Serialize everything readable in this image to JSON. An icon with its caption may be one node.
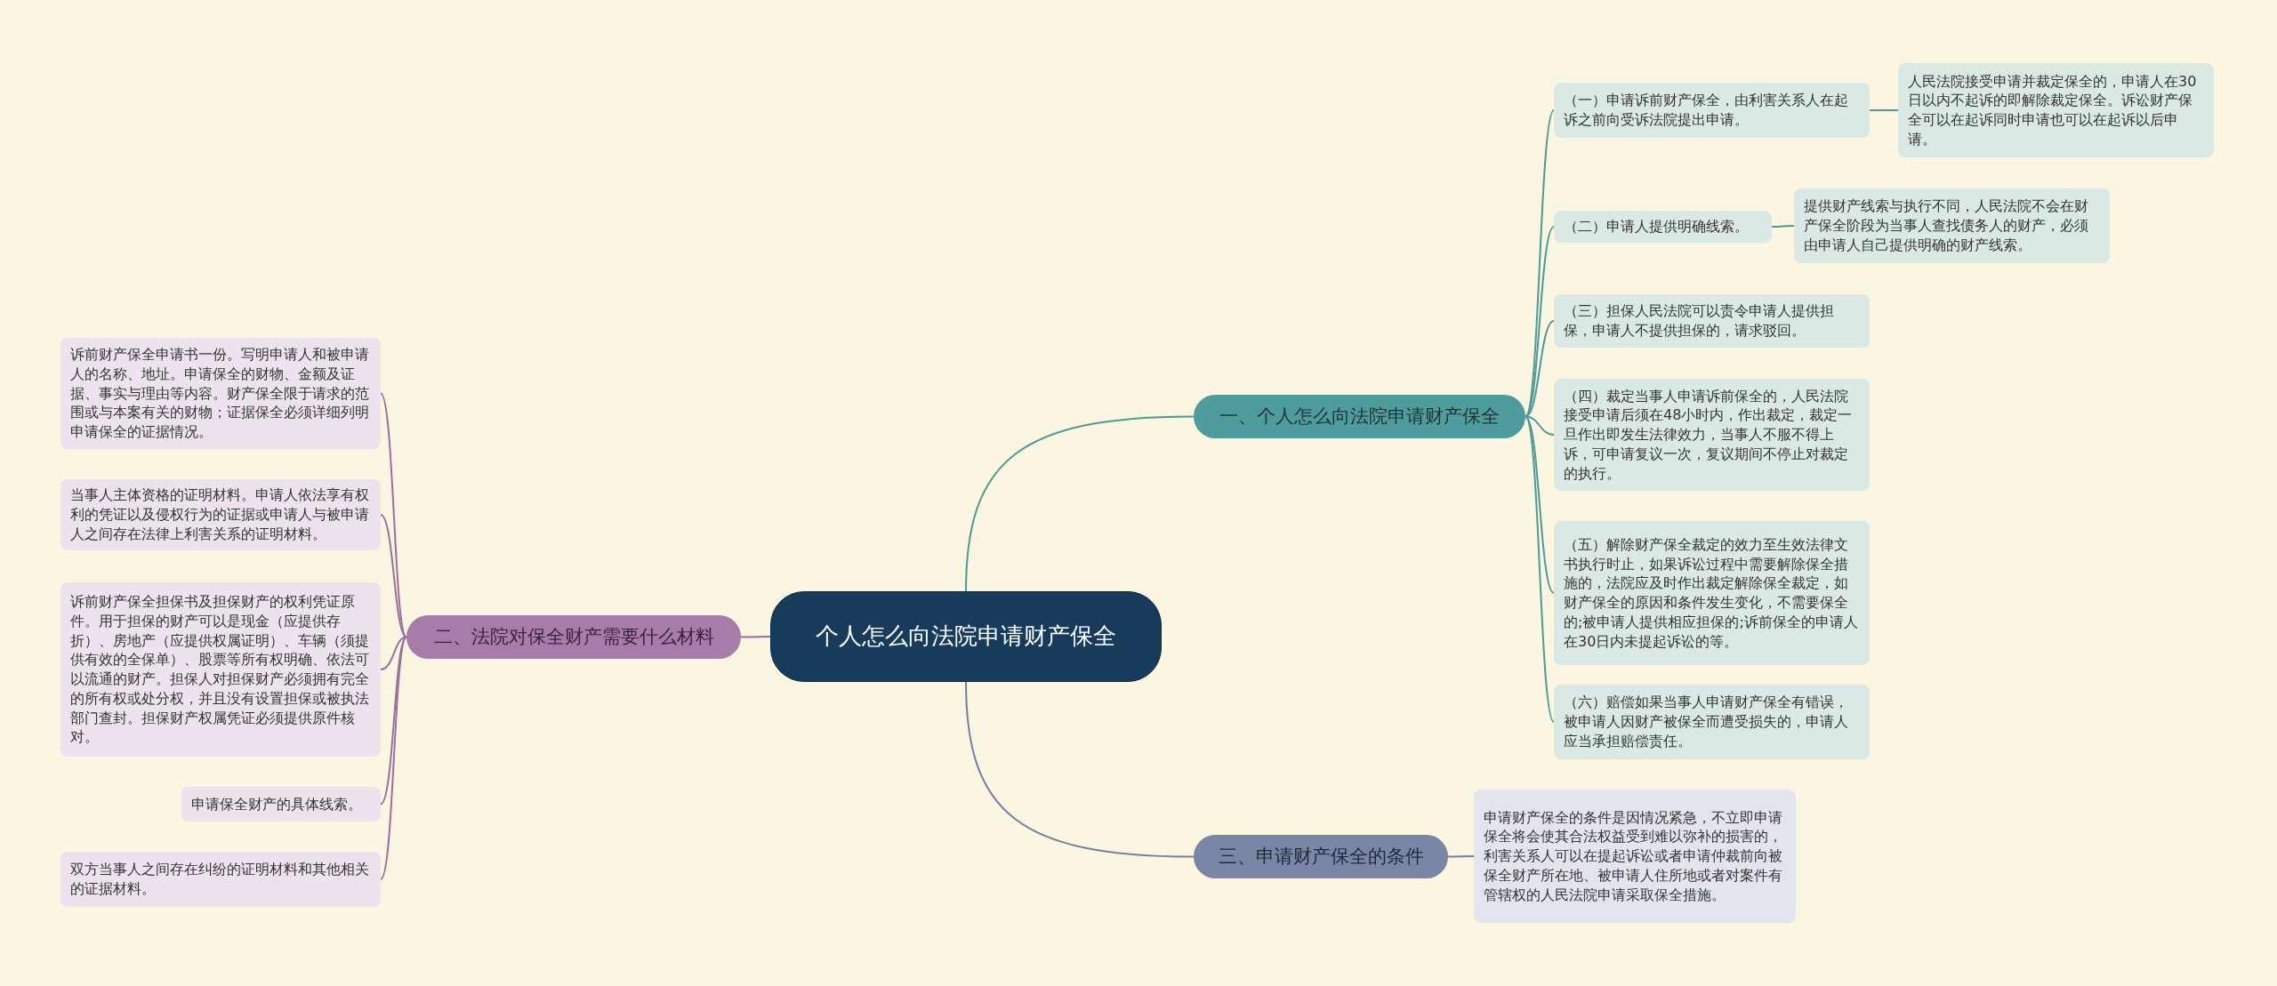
{
  "diagram": {
    "nodes": [
      {
        "text": [
          "个人怎么向法院申请财产保全"
        ]
      },
      {
        "text": [
          "一、个人怎么向法院申请财产保全"
        ]
      },
      {
        "text": [
          "（一）申请诉前财产保全，由利害关系人在起诉之前向受诉法院提出申请。"
        ]
      },
      {
        "text": [
          "人民法院接受申请并裁定保全的，申请人在30日以内不起诉的即解除裁定保全。诉讼财产保全可以在起诉同时申请也可以在起诉以后申请。"
        ]
      },
      {
        "text": [
          "（二）申请人提供明确线索。"
        ]
      },
      {
        "text": [
          "提供财产线索与执行不同，人民法院不会在财产保全阶段为当事人查找债务人的财产，必须由申请人自己提供明确的财产线索。"
        ]
      },
      {
        "text": [
          "（三）担保人民法院可以责令申请人提供担保，申请人不提供担保的，请求驳回。"
        ]
      },
      {
        "text": [
          "（四）裁定当事人申请诉前保全的，人民法院接受申请后须在48小时内，作出裁定，裁定一旦作出即发生法律效力，当事人不服不得上诉，可申请复议一次，复议期间不停止对裁定的执行。"
        ]
      },
      {
        "text": [
          "（五）解除财产保全裁定的效力至生效法律文书执行时止，如果诉讼过程中需要解除保全措施的，法院应及时作出裁定解除保全裁定，如财产保全的原因和条件发生变化，不需要保全的;被申请人提供相应担保的;诉前保全的申请人在30日内未提起诉讼的等。"
        ]
      },
      {
        "text": [
          "（六）赔偿如果当事人申请财产保全有错误，被申请人因财产被保全而遭受损失的，申请人应当承担赔偿责任。"
        ]
      },
      {
        "text": [
          "二、法院对保全财产需要什么材料"
        ]
      },
      {
        "text": [
          "诉前财产保全申请书一份。写明申请人和被申请人的名称、地址。申请保全的财物、金额及证据、事实与理由等内容。财产保全限于请求的范围或与本案有关的财物；证据保全必须详细列明申请保全的证据情况。"
        ]
      },
      {
        "text": [
          "当事人主体资格的证明材料。申请人依法享有权利的凭证以及侵权行为的证据或申请人与被申请人之间存在法律上利害关系的证明材料。"
        ]
      },
      {
        "text": [
          "诉前财产保全担保书及担保财产的权利凭证原件。用于担保的财产可以是现金（应提供存折）、房地产（应提供权属证明）、车辆（须提供有效的全保单）、股票等所有权明确、依法可以流通的财产。担保人对担保财产必须拥有完全的所有权或处分权，并且没有设置担保或被执法部门查封。担保财产权属凭证必须提供原件核对。"
        ]
      },
      {
        "text": [
          "申请保全财产的具体线索。"
        ]
      },
      {
        "text": [
          "双方当事人之间存在纠纷的证明材料和其他相关的证据材料。"
        ]
      },
      {
        "text": [
          "三、申请财产保全的条件"
        ]
      },
      {
        "text": [
          "申请财产保全的条件是因情况紧急，不立即申请保全将会使其合法权益受到难以弥补的损害的，利害关系人可以在提起诉讼或者申请仲裁前向被保全财产所在地、被申请人住所地或者对案件有管辖权的人民法院申请采取保全措施。"
        ]
      }
    ],
    "edges": [
      {
        "from": 0,
        "to": 1,
        "arrow": "none"
      },
      {
        "from": 1,
        "to": 2,
        "arrow": "none"
      },
      {
        "from": 2,
        "to": 3,
        "arrow": "none"
      },
      {
        "from": 1,
        "to": 4,
        "arrow": "none"
      },
      {
        "from": 4,
        "to": 5,
        "arrow": "none"
      },
      {
        "from": 1,
        "to": 6,
        "arrow": "none"
      },
      {
        "from": 1,
        "to": 7,
        "arrow": "none"
      },
      {
        "from": 1,
        "to": 8,
        "arrow": "none"
      },
      {
        "from": 1,
        "to": 9,
        "arrow": "none"
      },
      {
        "from": 0,
        "to": 10,
        "arrow": "none",
        "color": "#9b6f9d"
      },
      {
        "from": 10,
        "to": 11,
        "arrow": "none",
        "color": "#9b6f9d"
      },
      {
        "from": 10,
        "to": 12,
        "arrow": "none",
        "color": "#9b6f9d"
      },
      {
        "from": 10,
        "to": 13,
        "arrow": "none",
        "color": "#9b6f9d"
      },
      {
        "from": 10,
        "to": 14,
        "arrow": "none",
        "color": "#9b6f9d"
      },
      {
        "from": 10,
        "to": 15,
        "arrow": "none",
        "color": "#9b6f9d"
      },
      {
        "from": 0,
        "to": 16,
        "arrow": "none",
        "color": "#74809e"
      },
      {
        "from": 16,
        "to": 17,
        "arrow": "none",
        "color": "#74809e"
      }
    ]
  }
}
